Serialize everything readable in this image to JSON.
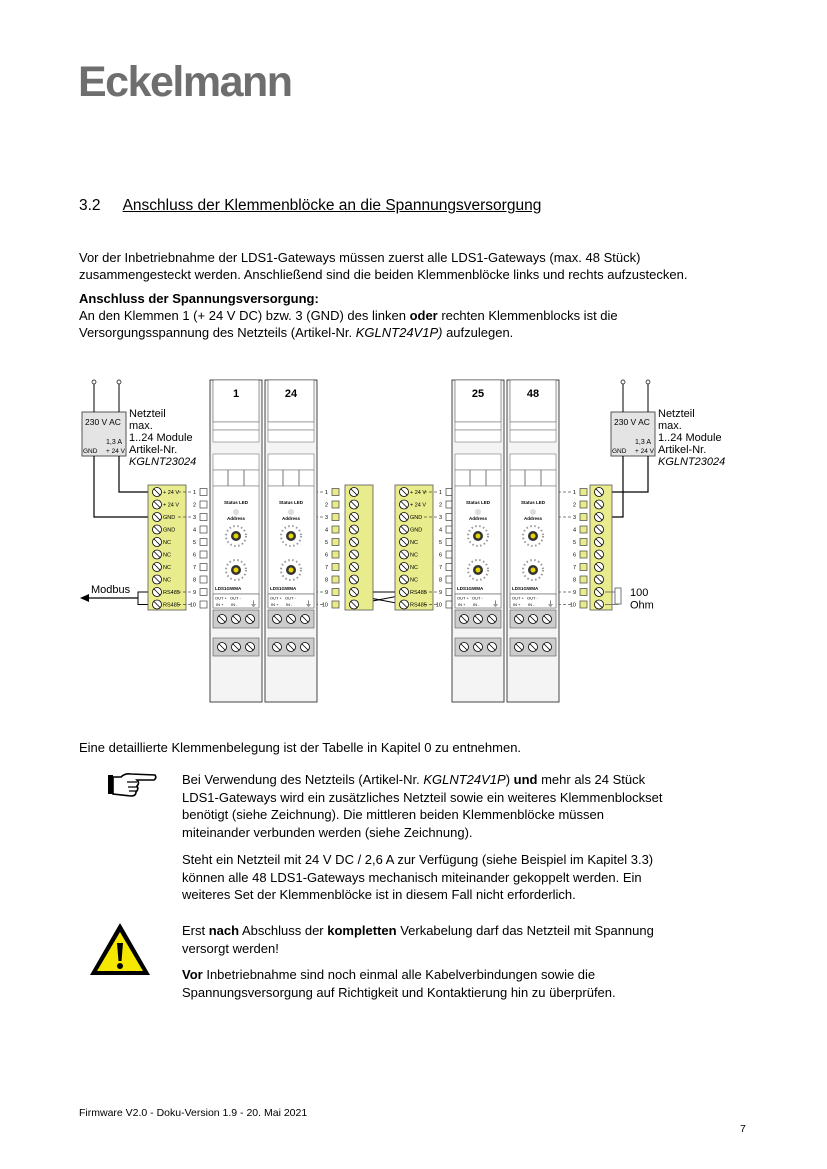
{
  "header": {
    "logo": "Eckelmann"
  },
  "section": {
    "number": "3.2",
    "title": "Anschluss der Klemmenblöcke an die Spannungsversorgung"
  },
  "intro": {
    "line1": "Vor der Inbetriebnahme der LDS1-Gateways müssen zuerst alle LDS1-Gateways (max. 48 Stück)",
    "line2": "zusammengesteckt werden. Anschließend sind die beiden Klemmenblöcke links und rechts aufzustecken."
  },
  "supply": {
    "heading": "Anschluss der Spannungsversorgung:",
    "l1a": "An den Klemmen 1 (+ 24 V DC) bzw. 3 (GND) des linken ",
    "l1b": "oder",
    "l1c": " rechten Klemmenblocks ist die",
    "l2a": "Versorgungsspannung des Netzteils (Artikel-Nr. ",
    "l2b": "KGLNT24V1P)",
    "l2c": " aufzulegen."
  },
  "diagram": {
    "psu": {
      "ac": "230 V AC",
      "current": "1,3 A",
      "gnd": "GND",
      "plus": "+ 24 V",
      "desc1": "Netzteil",
      "desc2": "max.",
      "desc3": "1..24 Module",
      "desc4": "Artikel-Nr.",
      "desc5": "KGLNT23024"
    },
    "modules": [
      "1",
      "24",
      "25",
      "48"
    ],
    "module_text": {
      "status": "Status LED",
      "address": "Address",
      "type": "LDS1GWMA",
      "out_plus": "OUT +",
      "out_minus": "OUT -",
      "in_plus": "IN +",
      "in_minus": "IN -"
    },
    "terminal_labels": [
      "+ 24 V",
      "+ 24 V",
      "GND",
      "GND",
      "NC",
      "NC",
      "NC",
      "NC",
      "RS485",
      "RS485"
    ],
    "pin_numbers": [
      "1",
      "2",
      "3",
      "4",
      "5",
      "6",
      "7",
      "8",
      "9",
      "10"
    ],
    "modbus": "Modbus",
    "resistor1": "100",
    "resistor2": "Ohm"
  },
  "after_diagram": "Eine detaillierte Klemmenbelegung ist der Tabelle in Kapitel 0 zu entnehmen.",
  "note1": {
    "a": "Bei Verwendung des Netzteils (Artikel-Nr. ",
    "b": "KGLNT24V1P",
    "c": ") ",
    "d": "und",
    "e": " mehr als 24 Stück",
    "l2": "LDS1-Gateways wird ein zusätzliches Netzteil sowie ein weiteres Klemmenblockset",
    "l3": "benötigt (siehe Zeichnung). Die mittleren beiden Klemmenblöcke müssen",
    "l4": "miteinander verbunden werden (siehe Zeichnung)."
  },
  "note2": {
    "l1": "Steht ein Netzteil mit 24 V DC / 2,6 A zur Verfügung (siehe Beispiel im Kapitel 3.3)",
    "l2": "können alle 48 LDS1-Gateways mechanisch miteinander gekoppelt werden. Ein",
    "l3": "weiteres Set der Klemmenblöcke ist in diesem Fall nicht erforderlich."
  },
  "warning1": {
    "a": "Erst ",
    "b": "nach",
    "c": " Abschluss der ",
    "d": "kompletten",
    "e": " Verkabelung darf das Netzteil mit Spannung",
    "l2": "versorgt werden!"
  },
  "warning2": {
    "a": "Vor",
    "b": " Inbetriebnahme sind noch einmal alle Kabelverbindungen sowie die",
    "l2": "Spannungsversorgung auf Richtigkeit und Kontaktierung hin zu überprüfen."
  },
  "footer": {
    "text": "Firmware V2.0  -   Doku-Version 1.9  -  20. Mai 2021",
    "page": "7"
  },
  "colors": {
    "terminal": "#e8ec8c",
    "logo": "#6e6e6e",
    "warning": "#f5e800"
  }
}
